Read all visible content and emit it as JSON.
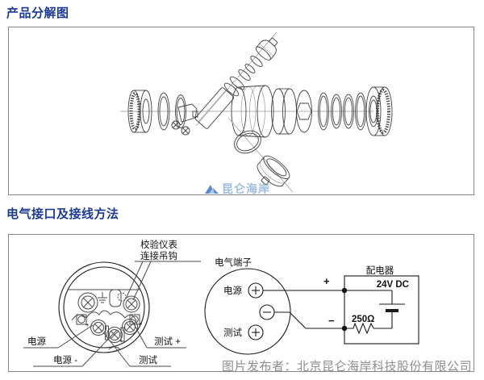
{
  "colors": {
    "heading": "#1b3a94",
    "panel_border": "#898989",
    "watermark_blue": "#9dbede",
    "footer_gray": "#8e8e8e",
    "line_black": "#1a1a1a"
  },
  "section_exploded": {
    "title": "产品分解图",
    "watermark": "昆仑海岸"
  },
  "section_wiring": {
    "title": "电气接口及接线方法",
    "terminal_view": {
      "hook_label_line1": "校验仪表",
      "hook_label_line2": "连接吊钩",
      "label_power": "电源",
      "label_power_minus": "电源 -",
      "label_test_plus": "测试 +",
      "label_test": "测试",
      "screw_plus_mark": "+"
    },
    "circuit_view": {
      "terminal_label": "电气端子",
      "power_label": "电源",
      "test_label": "测试",
      "wire_plus": "+",
      "wire_minus": "−",
      "distributor_label": "配电器",
      "voltage": "24V DC",
      "resistor": "250Ω"
    }
  },
  "footer": {
    "publisher": "图片发布者：北京昆仑海岸科技股份有限公司"
  }
}
